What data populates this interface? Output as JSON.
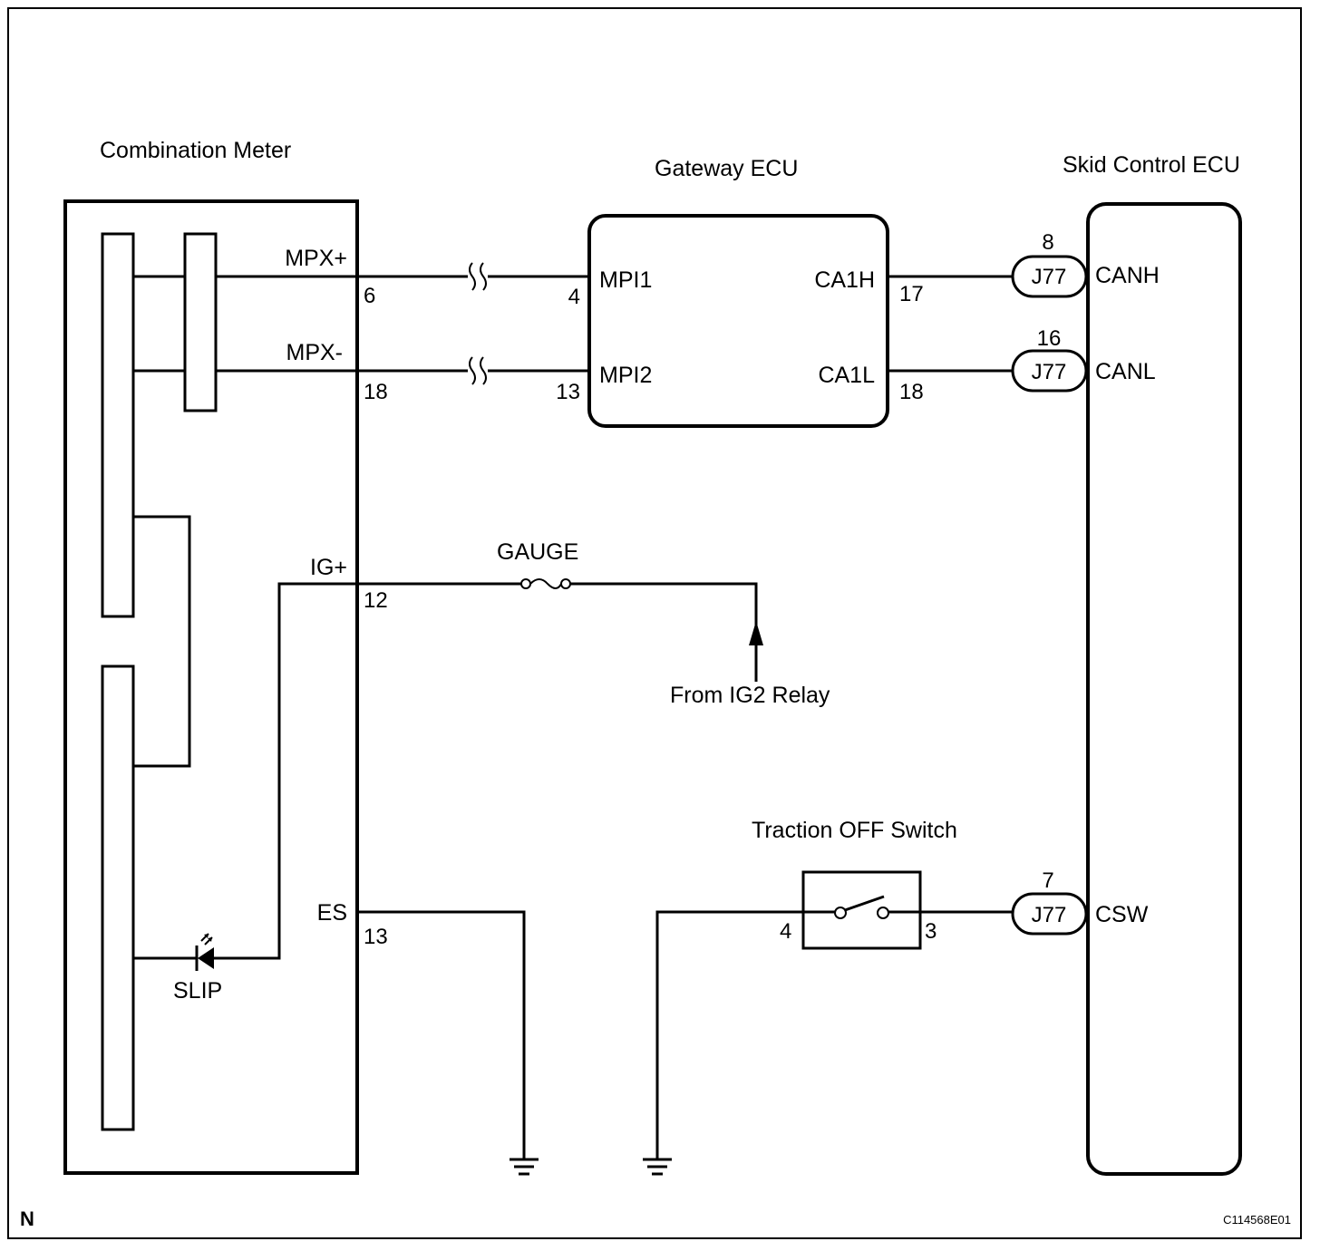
{
  "components": {
    "combination_meter": "Combination Meter",
    "gateway_ecu": "Gateway ECU",
    "skid_control_ecu": "Skid Control ECU",
    "traction_off_switch": "Traction OFF Switch"
  },
  "combination_meter_terminals": {
    "mpx_plus": {
      "name": "MPX+",
      "pin": "6"
    },
    "mpx_minus": {
      "name": "MPX-",
      "pin": "18"
    },
    "ig_plus": {
      "name": "IG+",
      "pin": "12"
    },
    "es": {
      "name": "ES",
      "pin": "13"
    },
    "indicator": "SLIP"
  },
  "gateway_terminals": {
    "mpi1": {
      "name": "MPI1",
      "pin": "4"
    },
    "mpi2": {
      "name": "MPI2",
      "pin": "13"
    },
    "ca1h": {
      "name": "CA1H",
      "pin": "17"
    },
    "ca1l": {
      "name": "CA1L",
      "pin": "18"
    }
  },
  "skid_terminals": {
    "canh": {
      "name": "CANH",
      "connector": "J77",
      "pin": "8"
    },
    "canl": {
      "name": "CANL",
      "connector": "J77",
      "pin": "16"
    },
    "csw": {
      "name": "CSW",
      "connector": "J77",
      "pin": "7"
    }
  },
  "switch_pins": {
    "left": "4",
    "right": "3"
  },
  "fuse": "GAUGE",
  "power_source": "From IG2 Relay",
  "corner_mark": "N",
  "figure_code": "C114568E01"
}
